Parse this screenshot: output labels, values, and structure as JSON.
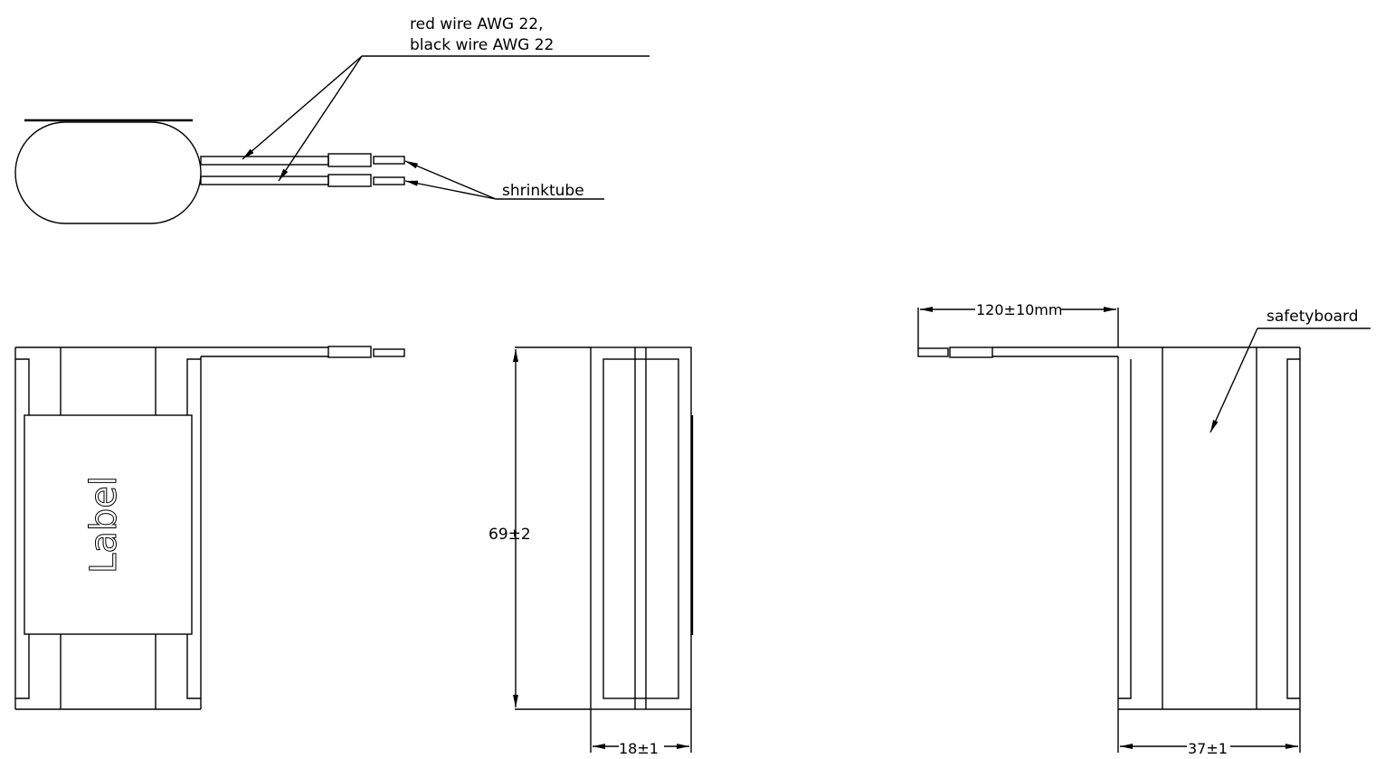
{
  "annotations": {
    "wire_line1": "red wire AWG 22,",
    "wire_line2": "black wire AWG 22",
    "shrinktube": "shrinktube",
    "label": "Label",
    "safetyboard": "safetyboard"
  },
  "dimensions": {
    "height": "69±2",
    "depth": "18±1",
    "width": "37±1",
    "lead_length": "120±10mm"
  },
  "colors": {
    "line": "#000000",
    "background": "#ffffff"
  }
}
